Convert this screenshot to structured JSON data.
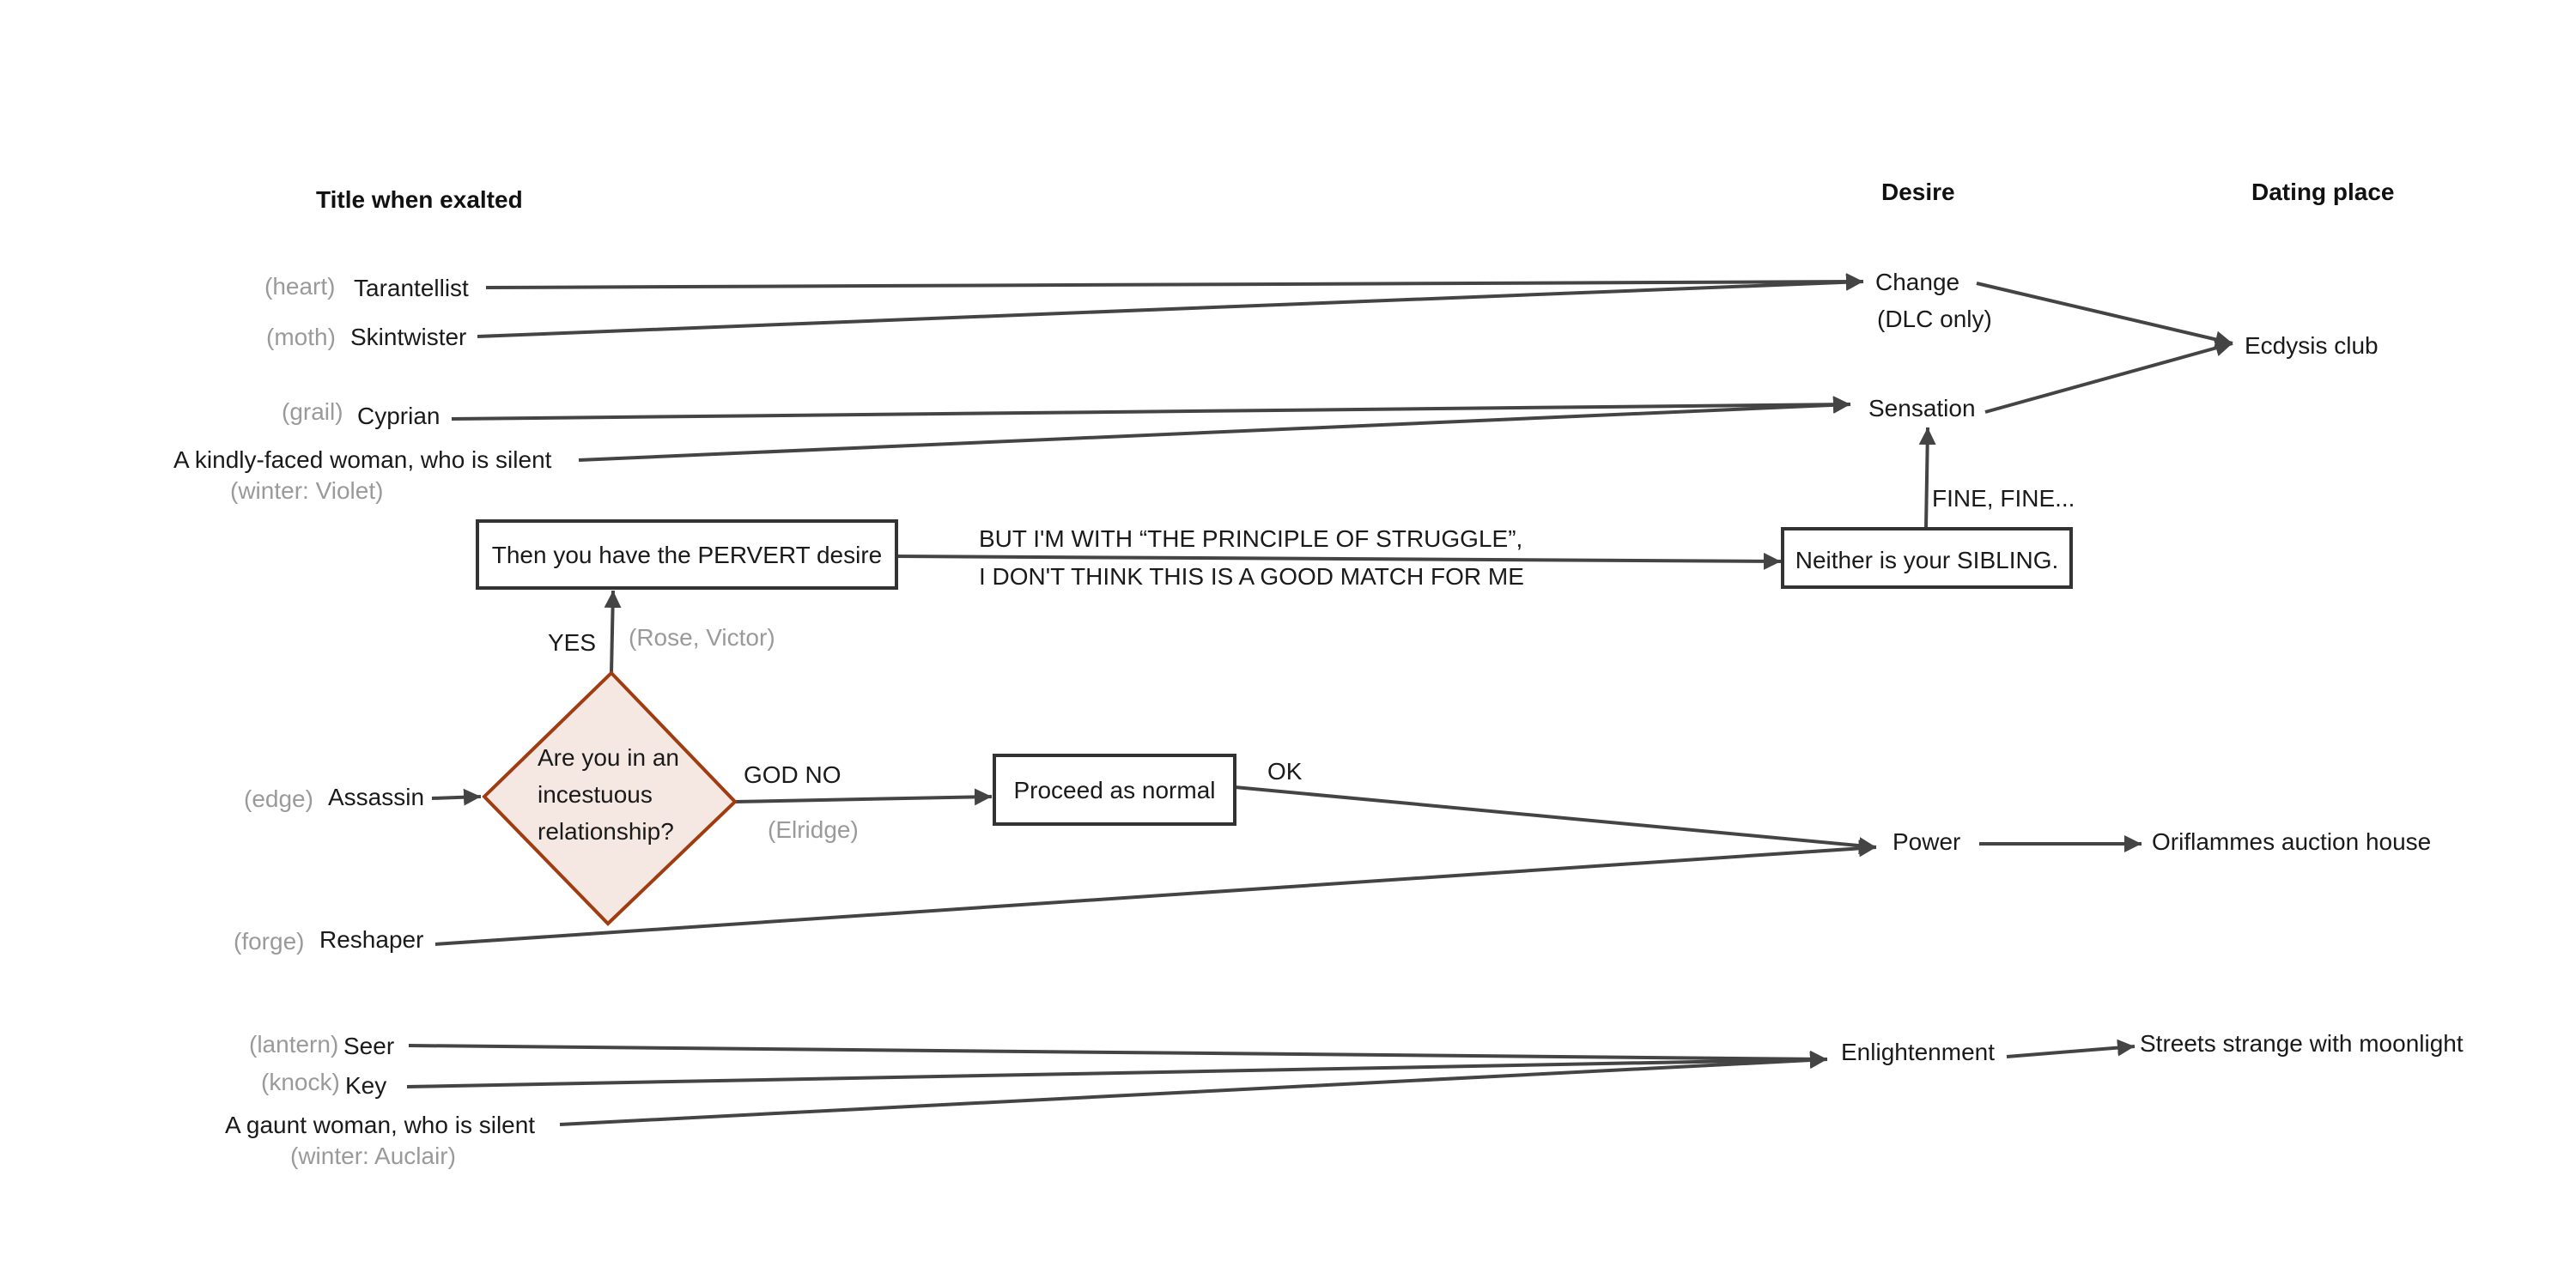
{
  "headers": {
    "title_col": "Title when exalted",
    "desire_col": "Desire",
    "place_col": "Dating place"
  },
  "titles": {
    "heart": {
      "tag": "(heart)",
      "name": "Tarantellist"
    },
    "moth": {
      "tag": "(moth)",
      "name": "Skintwister"
    },
    "grail": {
      "tag": "(grail)",
      "name": "Cyprian"
    },
    "kindly": {
      "name": "A kindly-faced woman, who is silent",
      "sub": "(winter: Violet)"
    },
    "edge": {
      "tag": "(edge)",
      "name": "Assassin"
    },
    "forge": {
      "tag": "(forge)",
      "name": "Reshaper"
    },
    "lantern": {
      "tag": "(lantern)",
      "name": "Seer"
    },
    "knock": {
      "tag": "(knock)",
      "name": "Key"
    },
    "gaunt": {
      "name": "A gaunt woman, who is silent",
      "sub": "(winter: Auclair)"
    }
  },
  "desires": {
    "change": "Change",
    "change_note": "(DLC only)",
    "sensation": "Sensation",
    "power": "Power",
    "enlightenment": "Enlightenment"
  },
  "places": {
    "ecdysis": "Ecdysis club",
    "oriflammes": "Oriflammes auction house",
    "streets": "Streets strange with moonlight"
  },
  "decision": {
    "line1": "Are you in an",
    "line2": "incestuous",
    "line3": "relationship?"
  },
  "boxes": {
    "pervert": "Then you have the PERVERT desire",
    "sibling": "Neither is your SIBLING.",
    "normal": "Proceed as normal"
  },
  "labels": {
    "yes": "YES",
    "yes_note": "(Rose, Victor)",
    "god_no": "GOD NO",
    "god_no_note": "(Elridge)",
    "ok": "OK",
    "fine": "FINE, FINE...",
    "struggle_line1": "BUT I'M WITH “THE PRINCIPLE OF STRUGGLE”,",
    "struggle_line2": "I DON'T THINK THIS IS A GOOD MATCH FOR ME"
  },
  "colors": {
    "edge": "#444444",
    "decision_fill": "#f5e8e3",
    "decision_stroke": "#a03c10",
    "muted_text": "#9a9a9a"
  }
}
